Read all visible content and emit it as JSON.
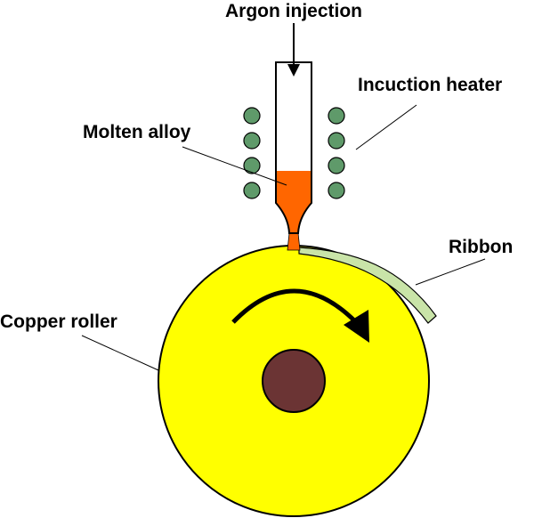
{
  "labels": {
    "argon": "Argon injection",
    "heater": "Incuction heater",
    "molten": "Molten alloy",
    "ribbon": "Ribbon",
    "roller": "Copper roller"
  },
  "colors": {
    "roller_fill": "#ffff00",
    "hub_fill": "#6b3434",
    "alloy_fill": "#ff6600",
    "coil_fill": "#5f9a6a",
    "ribbon_fill": "#c9e4a8",
    "stroke": "#000000"
  }
}
